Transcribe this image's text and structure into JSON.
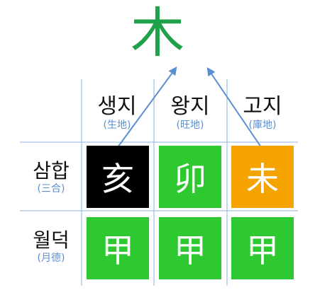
{
  "title": {
    "text": "木",
    "color": "#1fa14a"
  },
  "columns": [
    {
      "label": "생지",
      "sub": "(生地)"
    },
    {
      "label": "왕지",
      "sub": "(旺地)"
    },
    {
      "label": "고지",
      "sub": "(庫地)"
    }
  ],
  "rows": [
    {
      "label": "삼합",
      "sub": "(三合)",
      "cells": [
        {
          "char": "亥",
          "color": "#000000"
        },
        {
          "char": "卯",
          "color": "#2ec830"
        },
        {
          "char": "未",
          "color": "#f5a300"
        }
      ]
    },
    {
      "label": "월덕",
      "sub": "(月德)",
      "cells": [
        {
          "char": "甲",
          "color": "#2ec830"
        },
        {
          "char": "甲",
          "color": "#2ec830"
        },
        {
          "char": "甲",
          "color": "#2ec830"
        }
      ]
    }
  ],
  "colors": {
    "grid": "#8fb3e0",
    "arrow": "#5b8fd0"
  }
}
